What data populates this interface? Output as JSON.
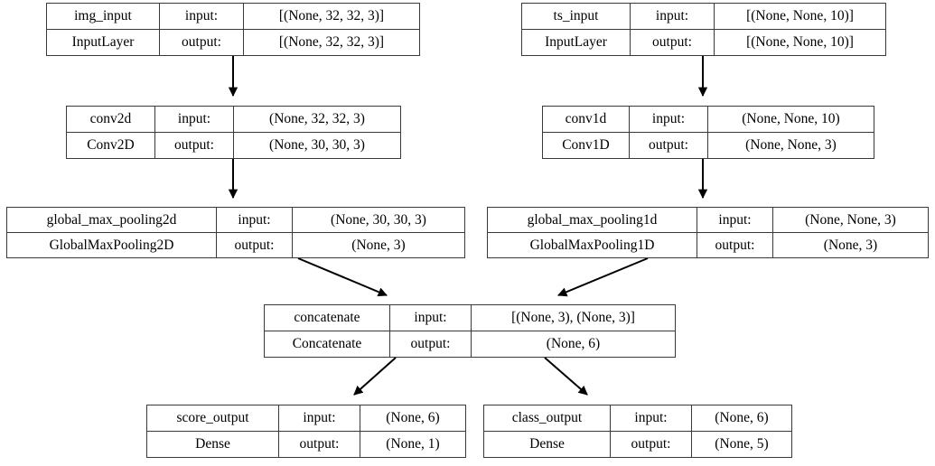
{
  "diagram": {
    "title": "Keras multi-input multi-output model graph",
    "type": "model-architecture-graph",
    "renderer": "graphviz",
    "background_color": "#ffffff",
    "node_border_color": "#3a3a3a",
    "edge_color": "#000000",
    "text_color": "#000000",
    "row_labels": {
      "input": "input:",
      "output": "output:"
    }
  },
  "nodes": [
    {
      "id": "img_input",
      "name": "img_input",
      "class_name": "InputLayer",
      "input_label": "input:",
      "output_label": "output:",
      "input_shape": "[(None, 32, 32, 3)]",
      "output_shape": "[(None, 32, 32, 3)]"
    },
    {
      "id": "ts_input",
      "name": "ts_input",
      "class_name": "InputLayer",
      "input_label": "input:",
      "output_label": "output:",
      "input_shape": "[(None, None, 10)]",
      "output_shape": "[(None, None, 10)]"
    },
    {
      "id": "conv2d",
      "name": "conv2d",
      "class_name": "Conv2D",
      "input_label": "input:",
      "output_label": "output:",
      "input_shape": "(None, 32, 32, 3)",
      "output_shape": "(None, 30, 30, 3)"
    },
    {
      "id": "conv1d",
      "name": "conv1d",
      "class_name": "Conv1D",
      "input_label": "input:",
      "output_label": "output:",
      "input_shape": "(None, None, 10)",
      "output_shape": "(None, None, 3)"
    },
    {
      "id": "global_max_pooling2d",
      "name": "global_max_pooling2d",
      "class_name": "GlobalMaxPooling2D",
      "input_label": "input:",
      "output_label": "output:",
      "input_shape": "(None, 30, 30, 3)",
      "output_shape": "(None, 3)"
    },
    {
      "id": "global_max_pooling1d",
      "name": "global_max_pooling1d",
      "class_name": "GlobalMaxPooling1D",
      "input_label": "input:",
      "output_label": "output:",
      "input_shape": "(None, None, 3)",
      "output_shape": "(None, 3)"
    },
    {
      "id": "concatenate",
      "name": "concatenate",
      "class_name": "Concatenate",
      "input_label": "input:",
      "output_label": "output:",
      "input_shape": "[(None, 3), (None, 3)]",
      "output_shape": "(None, 6)"
    },
    {
      "id": "score_output",
      "name": "score_output",
      "class_name": "Dense",
      "input_label": "input:",
      "output_label": "output:",
      "input_shape": "(None, 6)",
      "output_shape": "(None, 1)"
    },
    {
      "id": "class_output",
      "name": "class_output",
      "class_name": "Dense",
      "input_label": "input:",
      "output_label": "output:",
      "input_shape": "(None, 6)",
      "output_shape": "(None, 5)"
    }
  ],
  "edges": [
    {
      "from": "img_input",
      "to": "conv2d"
    },
    {
      "from": "conv2d",
      "to": "global_max_pooling2d"
    },
    {
      "from": "ts_input",
      "to": "conv1d"
    },
    {
      "from": "conv1d",
      "to": "global_max_pooling1d"
    },
    {
      "from": "global_max_pooling2d",
      "to": "concatenate"
    },
    {
      "from": "global_max_pooling1d",
      "to": "concatenate"
    },
    {
      "from": "concatenate",
      "to": "score_output"
    },
    {
      "from": "concatenate",
      "to": "class_output"
    }
  ]
}
